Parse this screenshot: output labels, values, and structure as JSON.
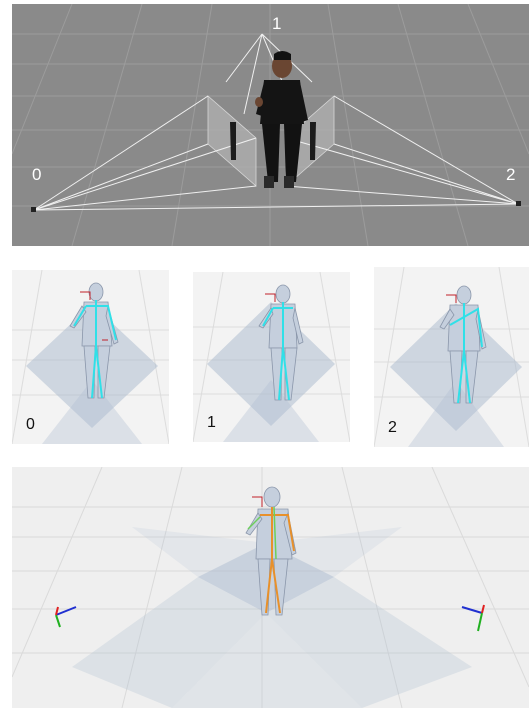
{
  "top_scene": {
    "camera_labels": [
      "0",
      "1",
      "2"
    ]
  },
  "views": [
    {
      "label": "0"
    },
    {
      "label": "1"
    },
    {
      "label": "2"
    }
  ],
  "colors": {
    "floor_dark": "#8a8a8a",
    "floor_light": "#efefef",
    "frustum": "#b9c6d6",
    "skeleton_cyan": "#30e0e8",
    "skeleton_orange": "#e8902a",
    "skeleton_red": "#c0202a",
    "axis_red": "#e02020",
    "axis_green": "#20b020",
    "axis_blue": "#2030d0"
  }
}
